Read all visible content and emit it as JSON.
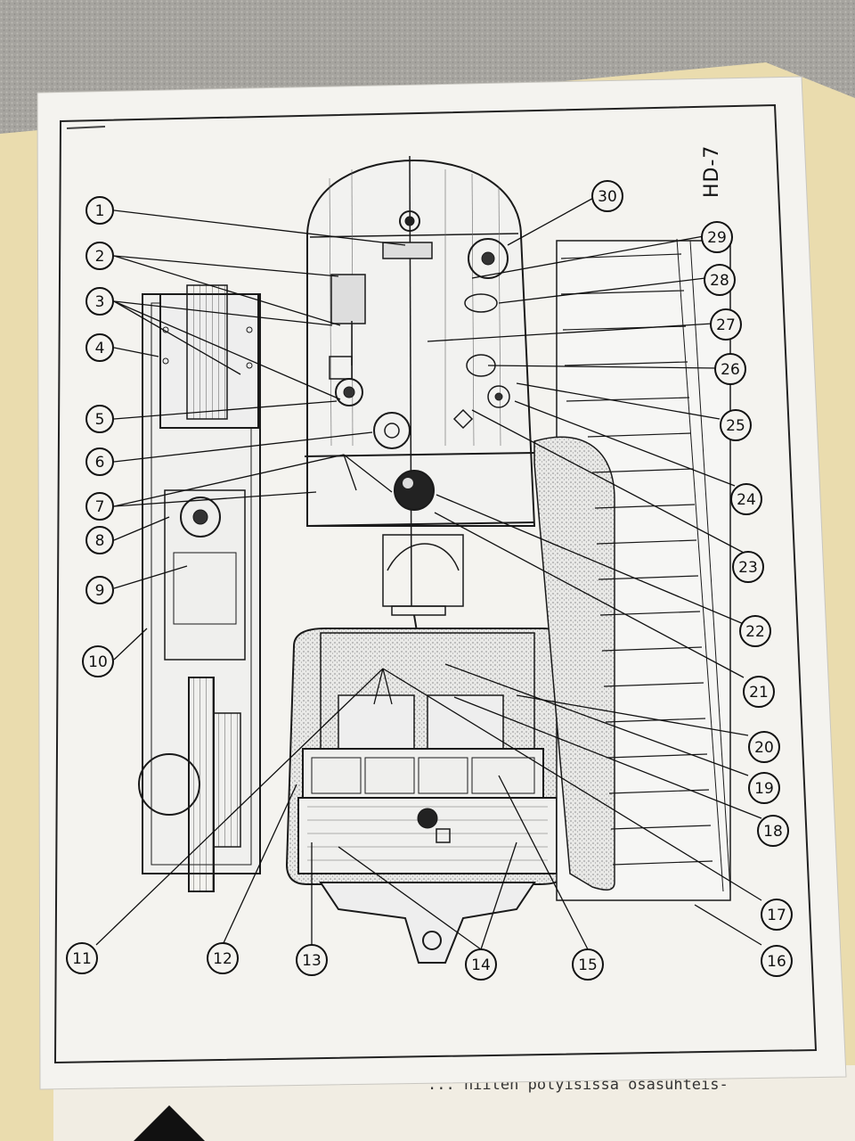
{
  "diagram": {
    "title": "HD-7",
    "callouts": [
      "1",
      "2",
      "3",
      "4",
      "5",
      "6",
      "7",
      "8",
      "9",
      "10",
      "11",
      "12",
      "13",
      "14",
      "15",
      "16",
      "17",
      "18",
      "19",
      "20",
      "21",
      "22",
      "23",
      "24",
      "25",
      "26",
      "27",
      "28",
      "29",
      "30"
    ]
  },
  "footer_text": "... niiten pölyisissä osasuhteis-"
}
